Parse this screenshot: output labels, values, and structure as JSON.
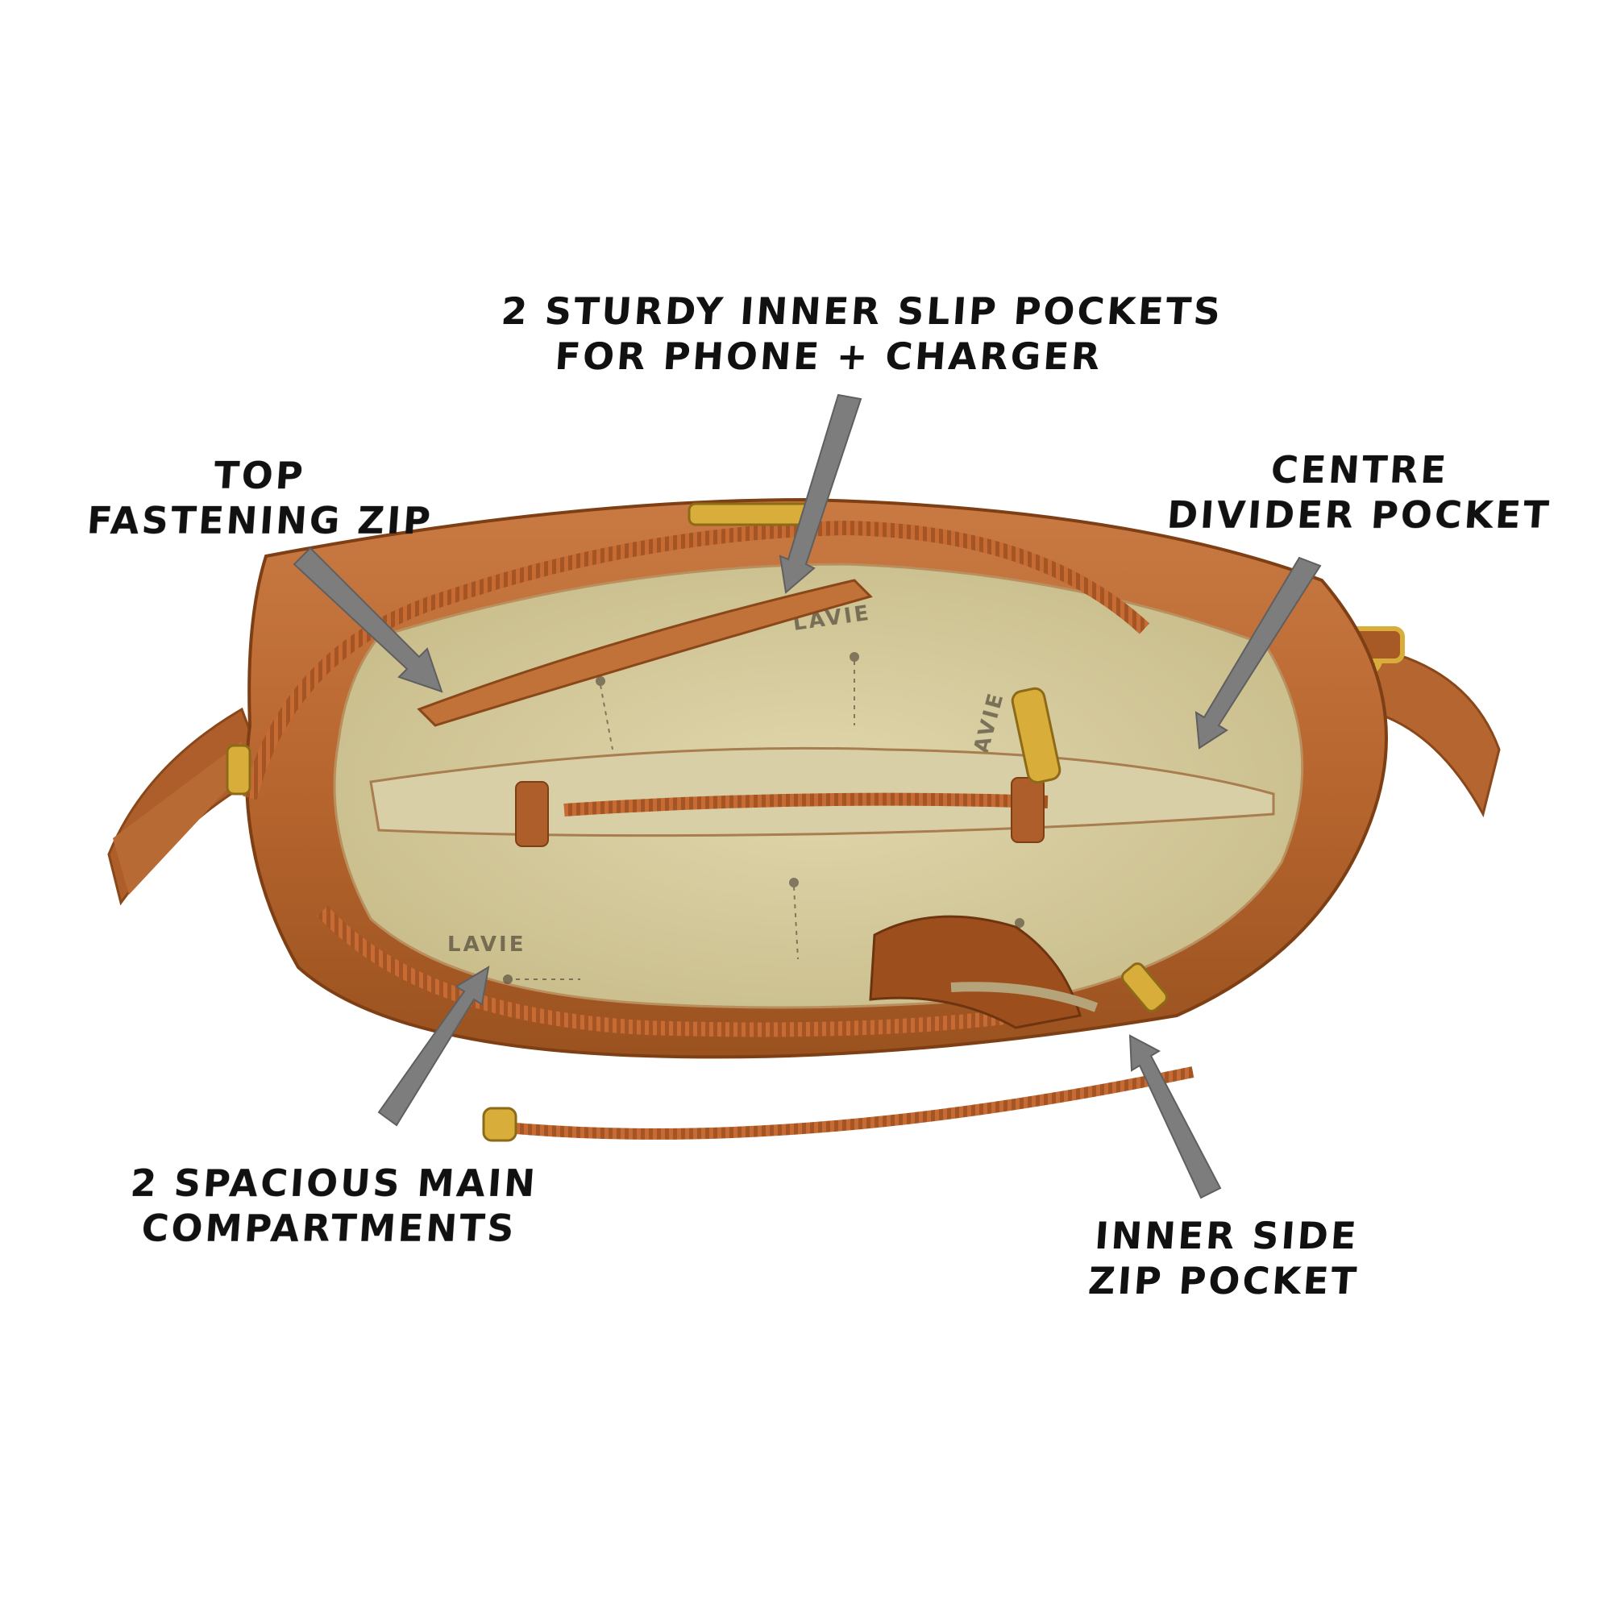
{
  "product": {
    "brand_print": "LAVIE",
    "colors": {
      "leather": "#b8662f",
      "leather_dark": "#8f4a1e",
      "lining": "#d6ccA0",
      "hardware": "#d8ad3a",
      "arrow": "#7d7d7d",
      "text": "#111111"
    }
  },
  "callouts": {
    "slip_pockets": {
      "line1": "2 STURDY INNER SLIP POCKETS",
      "line2": "FOR PHONE + CHARGER"
    },
    "top_zip": {
      "line1": "TOP",
      "line2": "FASTENING ZIP"
    },
    "divider": {
      "line1": "CENTRE",
      "line2": "DIVIDER POCKET"
    },
    "main_compartments": {
      "line1": "2 SPACIOUS MAIN",
      "line2": "COMPARTMENTS"
    },
    "side_zip": {
      "line1": "INNER SIDE",
      "line2": "ZIP POCKET"
    }
  }
}
